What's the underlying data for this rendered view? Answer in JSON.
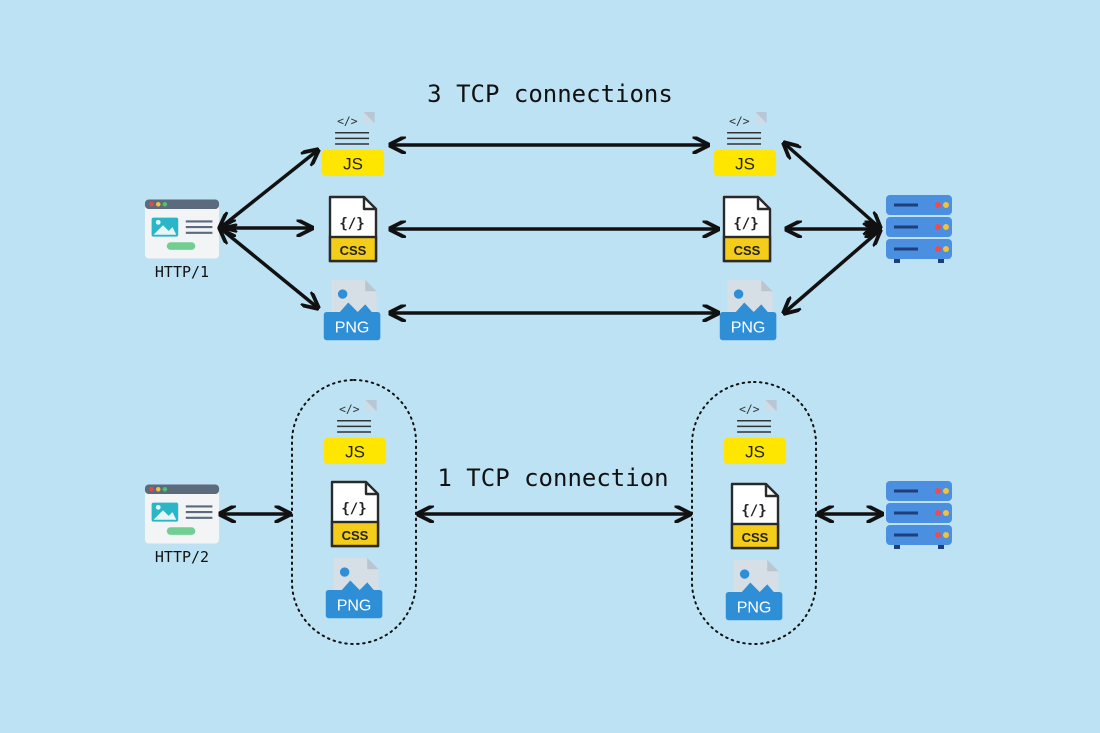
{
  "http1": {
    "title": "3 TCP connections",
    "client_label": "HTTP/1",
    "files": [
      "JS",
      "CSS",
      "PNG"
    ]
  },
  "http2": {
    "title": "1 TCP connection",
    "client_label": "HTTP/2",
    "files": [
      "JS",
      "CSS",
      "PNG"
    ]
  },
  "icons": {
    "code_snippet": "</>",
    "browser": "browser-window-icon",
    "server": "server-rack-icon"
  },
  "colors": {
    "background": "#bde2f4",
    "js_badge": "#ffe600",
    "css_badge": "#f4cc1a",
    "png_badge": "#2f8fd6",
    "server": "#4a8fe0",
    "arrow": "#111111"
  }
}
